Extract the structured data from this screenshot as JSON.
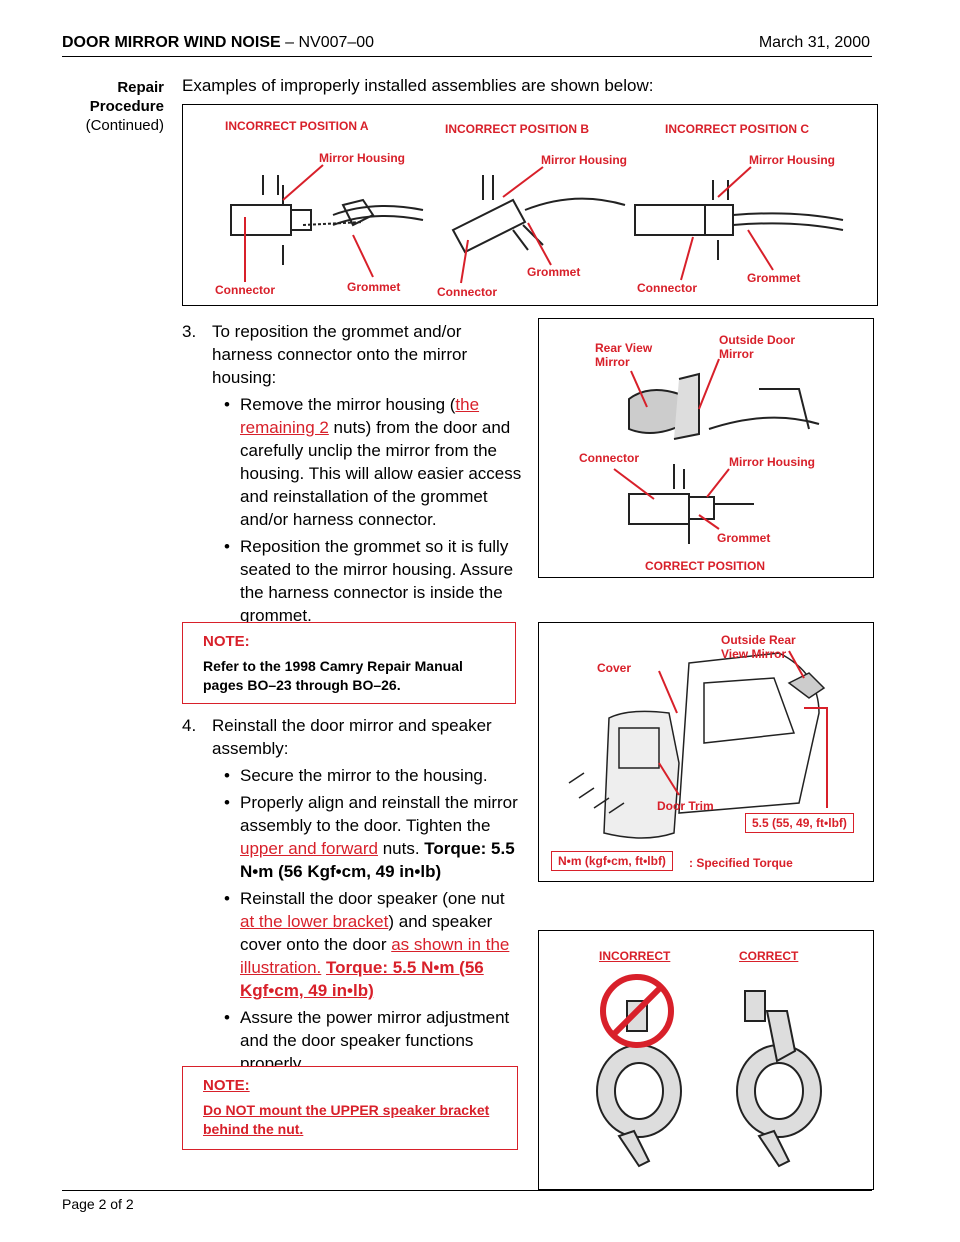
{
  "header": {
    "title_bold": "DOOR MIRROR WIND NOISE",
    "title_rest": " – NV007–00",
    "date": "March 31, 2000"
  },
  "side_label": {
    "line1": "Repair",
    "line2": "Procedure",
    "line3": "(Continued)"
  },
  "intro": "Examples of improperly installed assemblies are shown below:",
  "fig1": {
    "pos_a": "INCORRECT POSITION A",
    "pos_b": "INCORRECT POSITION B",
    "pos_c": "INCORRECT POSITION C",
    "mirror_housing": "Mirror Housing",
    "connector": "Connector",
    "grommet": "Grommet"
  },
  "step3": {
    "num": "3.",
    "text": "To reposition the grommet and/or harness connector onto the mirror housing:",
    "b1_pre": "Remove the mirror housing (",
    "b1_link": "the remaining 2",
    "b1_post": " nuts) from the door and carefully unclip the mirror from the housing.  This will allow easier access and reinstallation of the grommet and/or harness connector.",
    "b2": "Reposition the grommet so it is fully seated to the mirror housing. Assure the harness connector is inside the grommet."
  },
  "fig2": {
    "rear_view": "Rear View",
    "mirror": "Mirror",
    "outside_door": "Outside Door",
    "mirror2": "Mirror",
    "connector": "Connector",
    "mirror_housing": "Mirror Housing",
    "grommet": "Grommet",
    "correct": "CORRECT POSITION"
  },
  "note1": {
    "title": "NOTE:",
    "body": "Refer to the 1998 Camry Repair Manual pages BO–23 through BO–26."
  },
  "step4": {
    "num": "4.",
    "text": "Reinstall the door mirror and speaker assembly:",
    "b1": "Secure the mirror to the housing.",
    "b2_pre": "Properly align and reinstall the mirror assembly to the door. Tighten the ",
    "b2_link": "upper and forward",
    "b2_post": " nuts.  ",
    "b2_torque": "Torque: 5.5 N•m (56 Kgf•cm, 49 in•lb)",
    "b3_pre": "Reinstall the door speaker (one nut ",
    "b3_link1": "at the lower bracket",
    "b3_mid": ") and speaker cover onto the door ",
    "b3_link2": "as shown in the illustration.",
    "b3_torque": "Torque: 5.5 N•m (56 Kgf•cm, 49 in•lb)",
    "b4": "Assure the power mirror adjustment and the door speaker functions properly."
  },
  "fig3": {
    "cover": "Cover",
    "outside_rear": "Outside Rear",
    "view_mirror": "View Mirror",
    "door_trim": "Door Trim",
    "torque_box": "5.5 (55, 49, ft•lbf)",
    "legend_box": "N•m (kgf•cm, ft•lbf)",
    "legend_text": ": Specified Torque"
  },
  "note2": {
    "title": "NOTE:",
    "body": "Do NOT mount the UPPER speaker bracket behind the nut."
  },
  "fig4": {
    "incorrect": "INCORRECT",
    "correct": "CORRECT"
  },
  "footer": "Page 2 of 2",
  "colors": {
    "accent": "#d8202a",
    "text": "#000000"
  }
}
